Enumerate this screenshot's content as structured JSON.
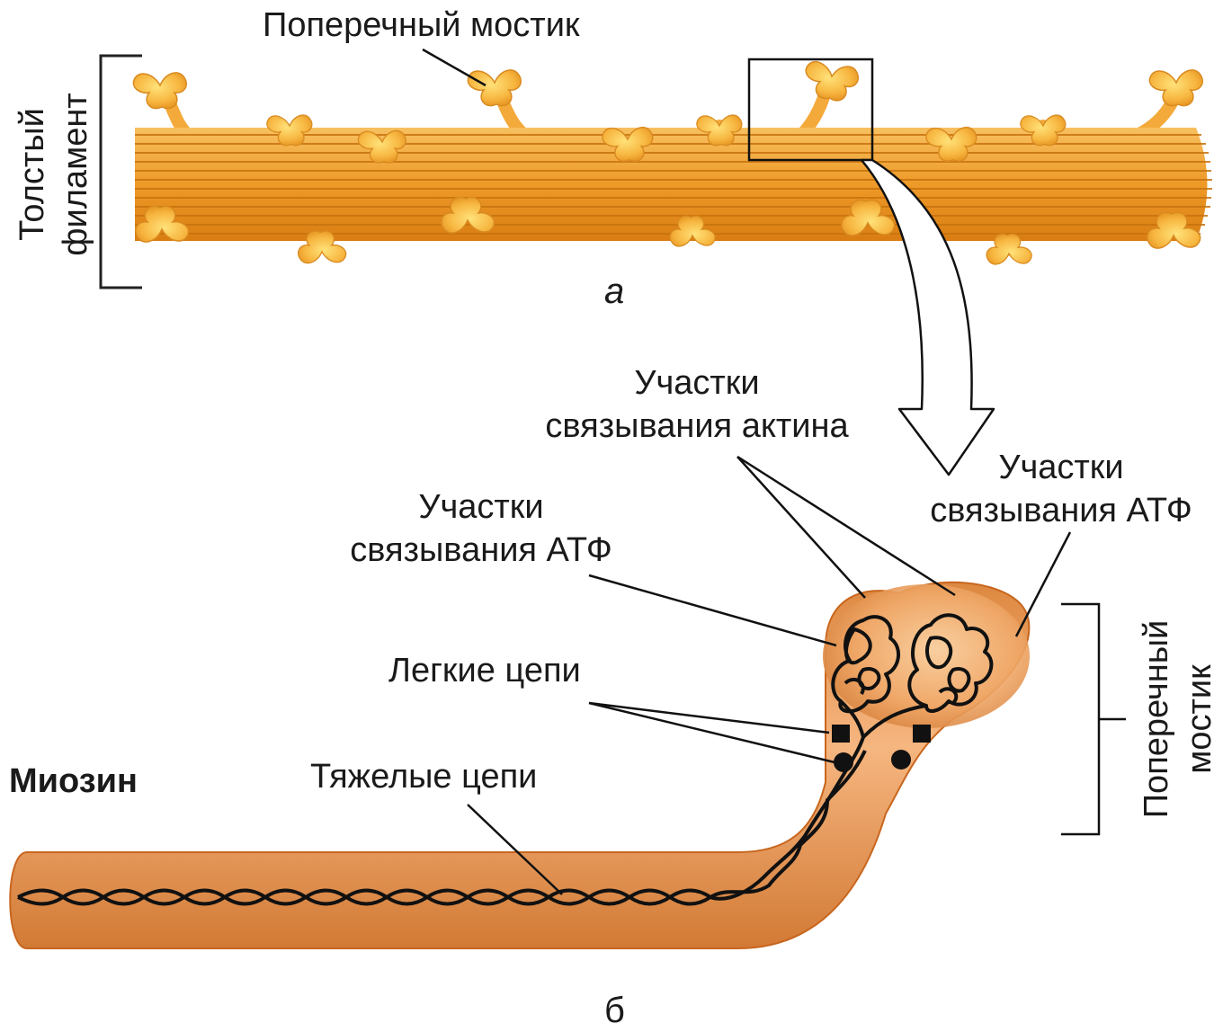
{
  "panel_a": {
    "cross_bridge_label": "Поперечный мостик",
    "thick_filament_label_line1": "Толстый",
    "thick_filament_label_line2": "филамент",
    "panel_letter": "а"
  },
  "panel_b": {
    "actin_sites_line1": "Участки",
    "actin_sites_line2": "связывания актина",
    "atp_sites_left_line1": "Участки",
    "atp_sites_left_line2": "связывания АТФ",
    "atp_sites_right_line1": "Участки",
    "atp_sites_right_line2": "связывания АТФ",
    "light_chains_label": "Легкие цепи",
    "heavy_chains_label": "Тяжелые цепи",
    "myosin_label": "Миозин",
    "cross_bridge_label_line1": "Поперечный",
    "cross_bridge_label_line2": "мостик",
    "panel_letter": "б"
  },
  "colors": {
    "filament_orange": "#f0a030",
    "filament_dark": "#c86a10",
    "myosin_body": "#e89a55",
    "myosin_edge": "#c8661e",
    "line": "#111111"
  }
}
